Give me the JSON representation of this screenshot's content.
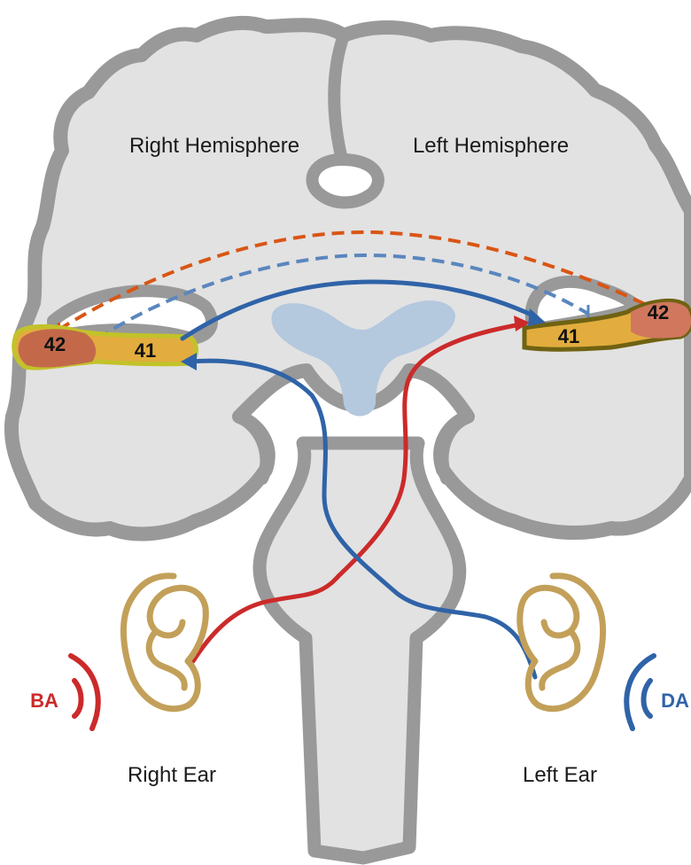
{
  "labels": {
    "right_hemisphere": "Right Hemisphere",
    "left_hemisphere": "Left Hemisphere",
    "right_ear": "Right Ear",
    "left_ear": "Left Ear"
  },
  "areas": {
    "right_primary": "41",
    "right_secondary": "42",
    "left_primary": "41",
    "left_secondary": "42"
  },
  "sources": {
    "right": {
      "label": "BA",
      "color": "#cc2a2a"
    },
    "left": {
      "label": "DA",
      "color": "#2f63a8"
    }
  },
  "colors": {
    "brain_fill": "#e2e2e2",
    "brain_outline": "#999999",
    "ventricle": "#b4c8de",
    "primary_area": "#e2ad3e",
    "secondary_area": "#d1775e",
    "area_outline_right": "#c2c22a",
    "area_outline_left": "#6f6212",
    "pathway_red": "#cc2a2a",
    "pathway_blue": "#2f63a8",
    "callosal_orange": "#d95515",
    "callosal_blue": "#5a86be",
    "ear": "#c3a059"
  }
}
